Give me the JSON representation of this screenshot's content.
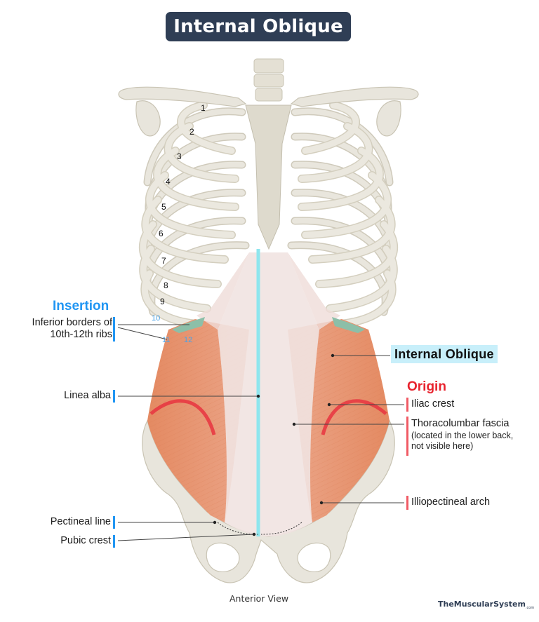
{
  "title": "Internal Oblique",
  "muscle_label": "Internal Oblique",
  "insertion": {
    "heading": "Insertion",
    "items": [
      {
        "label_line1": "Inferior borders of",
        "label_line2": "10th-12th ribs"
      }
    ]
  },
  "left_labels": {
    "linea_alba": "Linea alba",
    "pectineal_line": "Pectineal line",
    "pubic_crest": "Pubic crest"
  },
  "origin": {
    "heading": "Origin",
    "iliac_crest": "Iliac crest",
    "thoracolumbar_fascia": "Thoracolumbar fascia",
    "thoracolumbar_note_line1": "(located in the lower back,",
    "thoracolumbar_note_line2": "not visible here)",
    "illiopectineal_arch": "Illiopectineal arch"
  },
  "rib_numbers": [
    "1",
    "2",
    "3",
    "4",
    "5",
    "6",
    "7",
    "8",
    "9",
    "10",
    "11",
    "12"
  ],
  "caption": "Anterior View",
  "brand": {
    "name": "TheMuscularSystem",
    "suffix": ".com"
  },
  "colors": {
    "title_bg": "#2f3e55",
    "insertion_blue": "#2196f3",
    "origin_red": "#e8232e",
    "muscle_orange": "#e2875f",
    "bone": "#e6e2d6",
    "linea_alba_cyan": "#8ee6ee",
    "muscle_tag_bg": "#c8effa"
  }
}
